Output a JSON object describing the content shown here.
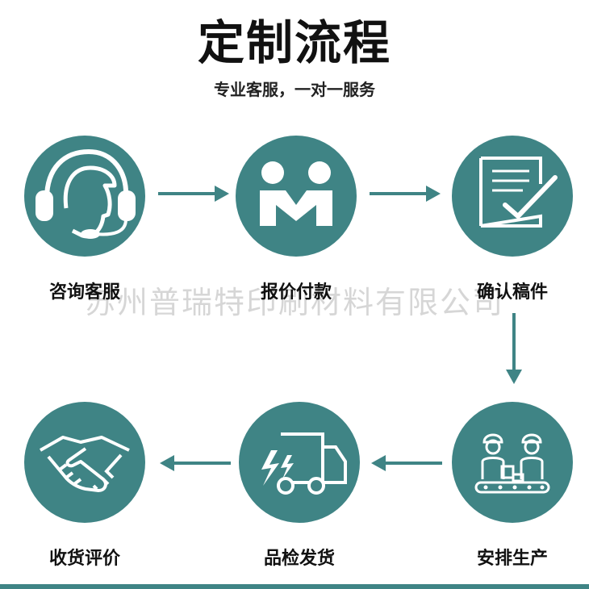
{
  "header": {
    "title": "定制流程",
    "subtitle": "专业客服，一对一服务"
  },
  "steps": [
    {
      "label": "咨询客服",
      "icon": "headset-icon"
    },
    {
      "label": "报价付款",
      "icon": "handshake-people-icon"
    },
    {
      "label": "确认稿件",
      "icon": "document-check-icon"
    },
    {
      "label": "安排生产",
      "icon": "workers-production-icon"
    },
    {
      "label": "品检发货",
      "icon": "delivery-truck-icon"
    },
    {
      "label": "收货评价",
      "icon": "handshake-icon"
    }
  ],
  "watermark": "苏州普瑞特印刷材料有限公司",
  "colors": {
    "accent": "#3f8485",
    "text": "#111111"
  }
}
